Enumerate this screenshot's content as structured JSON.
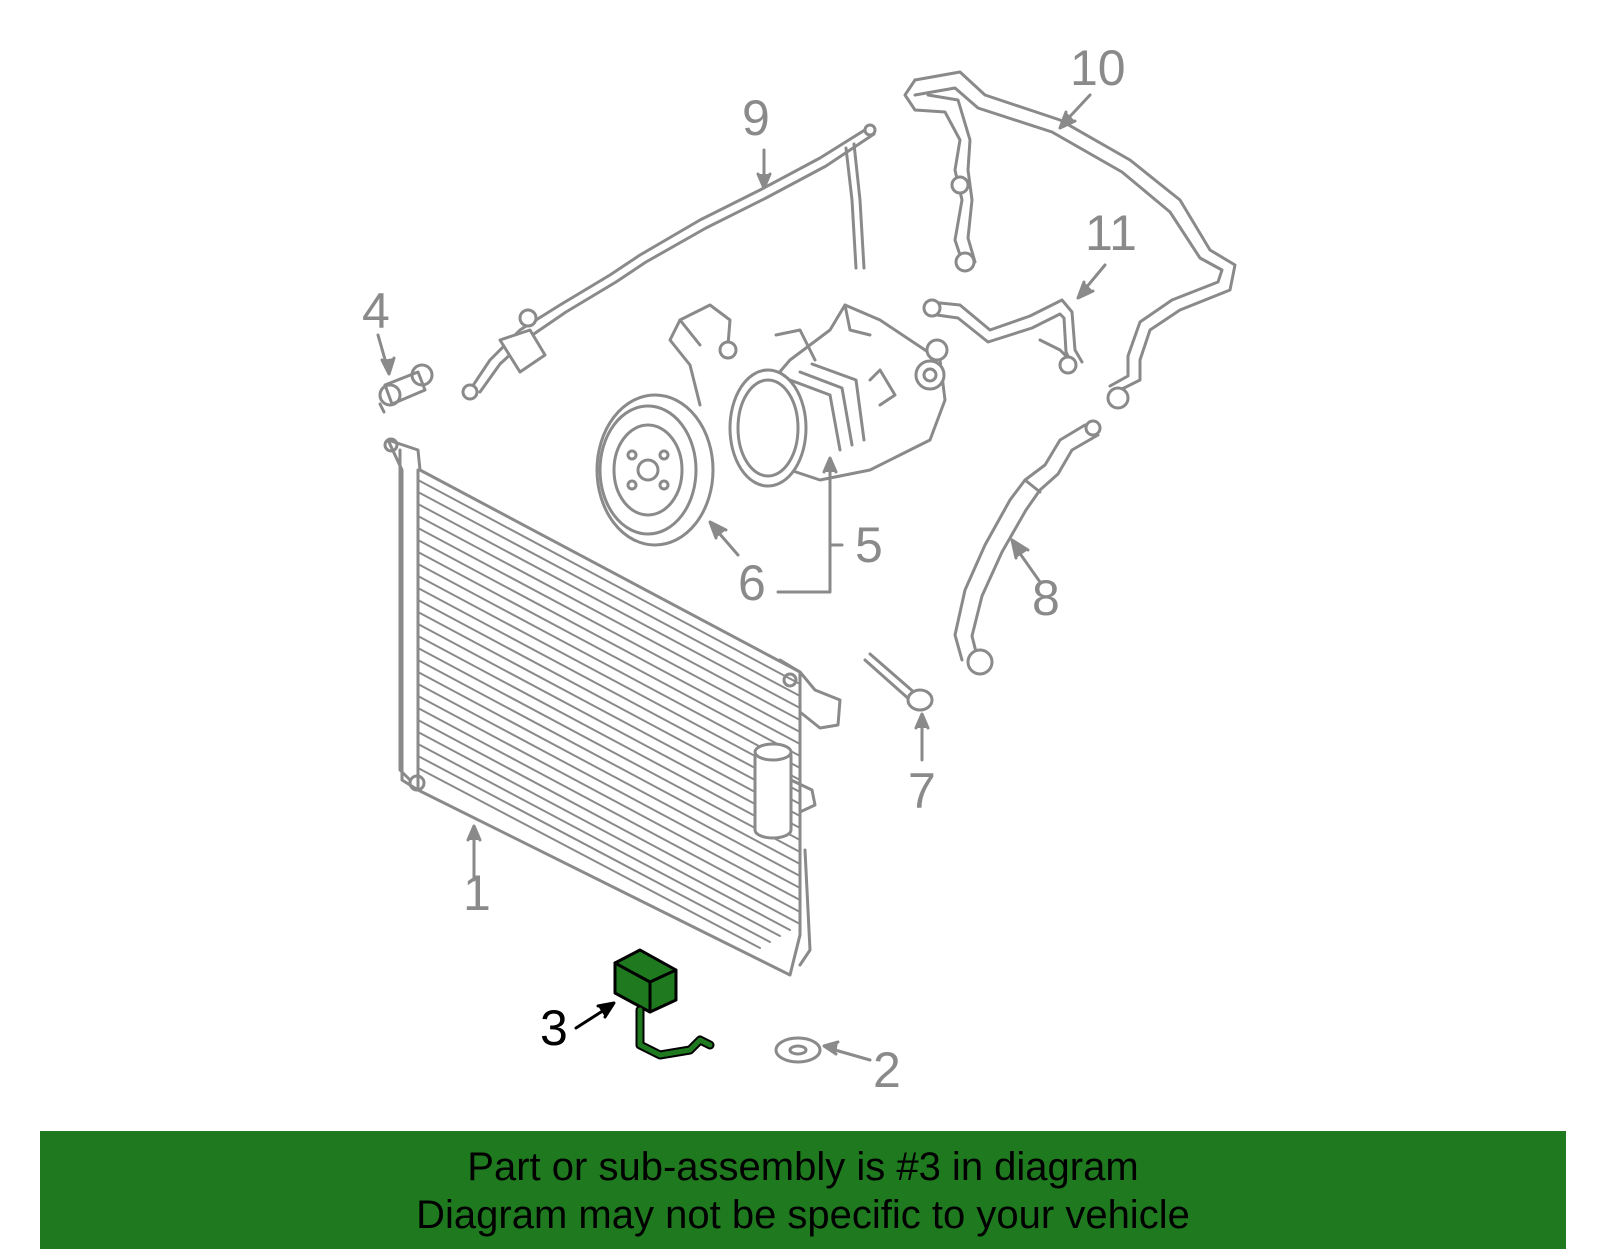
{
  "colors": {
    "part_stroke": "#8a8a8a",
    "highlight_fill": "#1f7a1f",
    "banner_bg": "#1f7a1f",
    "callout_gray": "#8a8a8a",
    "callout_highlight": "#000000"
  },
  "callouts": [
    {
      "id": "1",
      "label": "1",
      "highlighted": false
    },
    {
      "id": "2",
      "label": "2",
      "highlighted": false
    },
    {
      "id": "3",
      "label": "3",
      "highlighted": true
    },
    {
      "id": "4",
      "label": "4",
      "highlighted": false
    },
    {
      "id": "5",
      "label": "5",
      "highlighted": false
    },
    {
      "id": "6",
      "label": "6",
      "highlighted": false
    },
    {
      "id": "7",
      "label": "7",
      "highlighted": false
    },
    {
      "id": "8",
      "label": "8",
      "highlighted": false
    },
    {
      "id": "9",
      "label": "9",
      "highlighted": false
    },
    {
      "id": "10",
      "label": "10",
      "highlighted": false
    },
    {
      "id": "11",
      "label": "11",
      "highlighted": false
    }
  ],
  "banner": {
    "line1": "Part or sub-assembly is #3 in diagram",
    "line2": "Diagram may not be specific to your vehicle"
  }
}
